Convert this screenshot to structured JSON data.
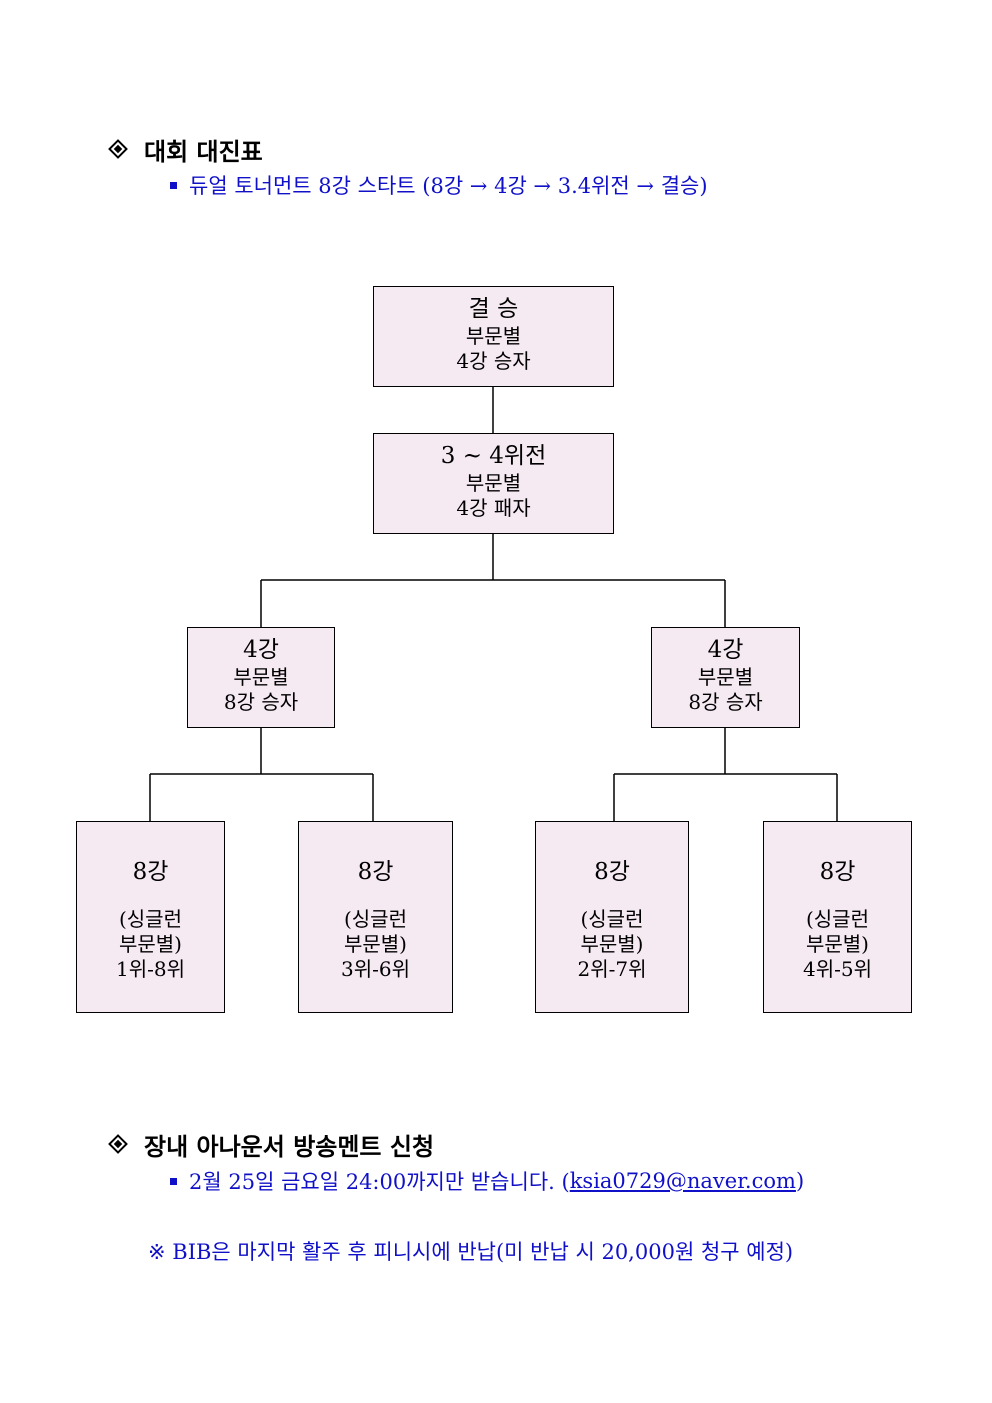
{
  "section1": {
    "heading": "대회 대진표",
    "bullet": "듀얼 토너먼트 8강 스타트 (8강 → 4강 → 3.4위전 → 결승)"
  },
  "bracket": {
    "final": {
      "title": "결 승",
      "line1": "부문별",
      "line2": "4강 승자"
    },
    "third": {
      "title": "3 ~ 4위전",
      "line1": "부문별",
      "line2": "4강 패자"
    },
    "semi_left": {
      "title": "4강",
      "line1": "부문별",
      "line2": "8강 승자"
    },
    "semi_right": {
      "title": "4강",
      "line1": "부문별",
      "line2": "8강 승자"
    },
    "quarters": [
      {
        "title": "8강",
        "line1": "(싱글런",
        "line2": "부문별)",
        "line3": "1위-8위"
      },
      {
        "title": "8강",
        "line1": "(싱글런",
        "line2": "부문별)",
        "line3": "3위-6위"
      },
      {
        "title": "8강",
        "line1": "(싱글런",
        "line2": "부문별)",
        "line3": "2위-7위"
      },
      {
        "title": "8강",
        "line1": "(싱글런",
        "line2": "부문별)",
        "line3": "4위-5위"
      }
    ]
  },
  "section2": {
    "heading": "장내 아나운서 방송멘트 신청",
    "bullet_text": "2월 25일 금요일 24:00까지만 받습니다. (",
    "email": "ksia0729@naver.com",
    "bullet_close": ")"
  },
  "note": "※ BIB은 마지막 활주 후 피니시에 반납(미 반납 시 20,000원 청구 예정)",
  "colors": {
    "box_fill": "#f5e9f2",
    "accent_text": "#1010c8"
  }
}
